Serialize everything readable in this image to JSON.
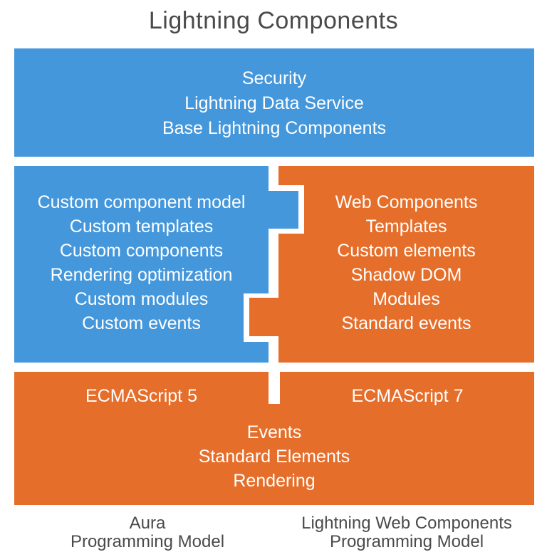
{
  "title": "Lightning Components",
  "colors": {
    "blue": "#4597db",
    "orange": "#e56e2b",
    "heading_text": "#4a4a4a",
    "box_text": "#ffffff",
    "background": "#ffffff"
  },
  "shared_services": {
    "items": [
      "Security",
      "Lightning Data Service",
      "Base Lightning Components"
    ]
  },
  "aura": {
    "items": [
      "Custom component model",
      "Custom templates",
      "Custom components",
      "Rendering optimization",
      "Custom modules",
      "Custom events"
    ],
    "runtime": "ECMAScript 5",
    "footer_line1": "Aura",
    "footer_line2": "Programming Model"
  },
  "lwc": {
    "items": [
      "Web Components",
      "Templates",
      "Custom elements",
      "Shadow DOM",
      "Modules",
      "Standard events"
    ],
    "runtime": "ECMAScript 7",
    "footer_line1": "Lightning Web Components",
    "footer_line2": "Programming Model"
  },
  "shared_runtime": {
    "items": [
      "Events",
      "Standard Elements",
      "Rendering"
    ]
  }
}
